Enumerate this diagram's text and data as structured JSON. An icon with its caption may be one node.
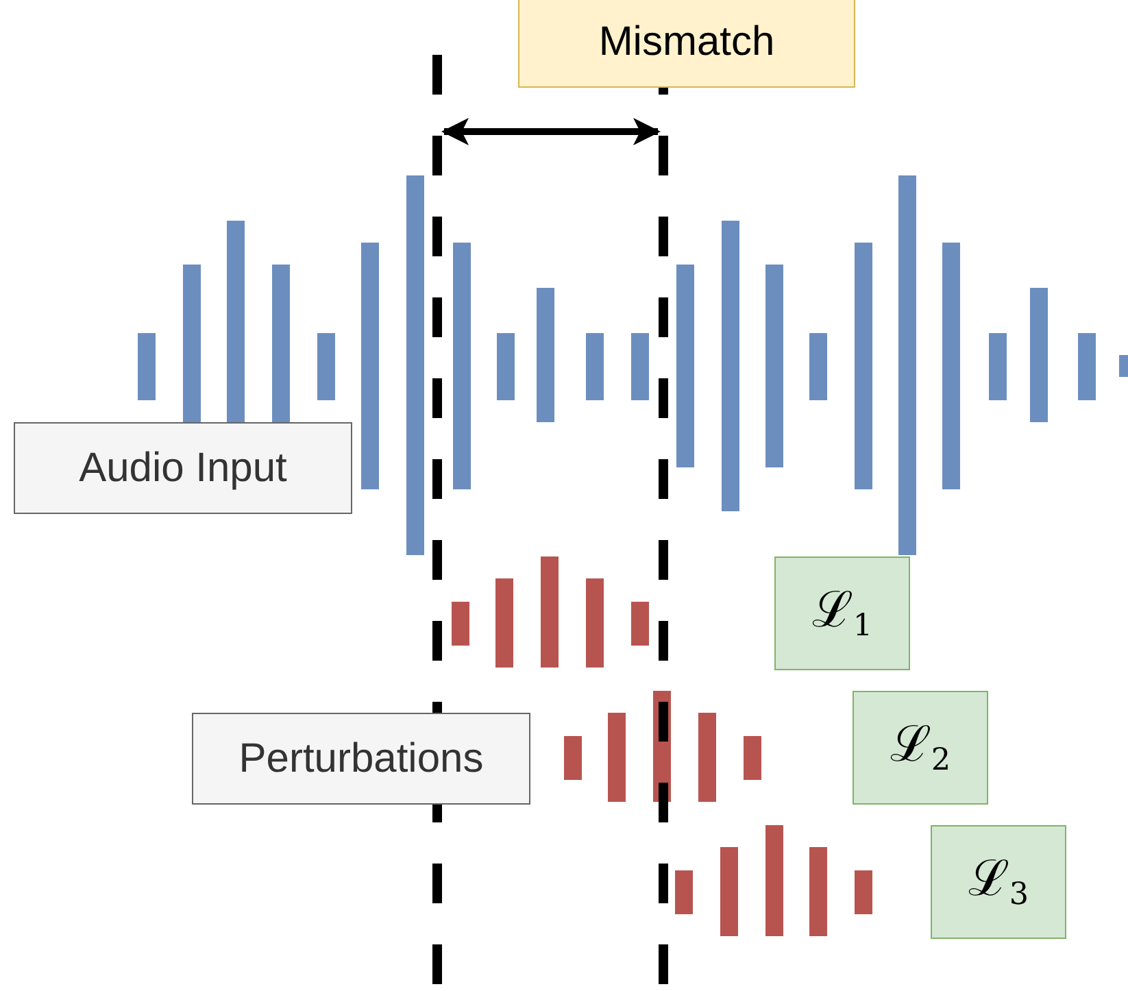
{
  "diagram": {
    "nodes": [
      {
        "text": [
          "Mismatch"
        ]
      },
      {
        "text": [
          "Audio Input"
        ]
      },
      {
        "text": [
          "Perturbations"
        ]
      },
      {
        "text": [
          "ℒ$_{1}$"
        ]
      },
      {
        "text": [
          "ℒ$_{2}$"
        ]
      },
      {
        "text": [
          "ℒ$_{3}$"
        ]
      }
    ]
  }
}
